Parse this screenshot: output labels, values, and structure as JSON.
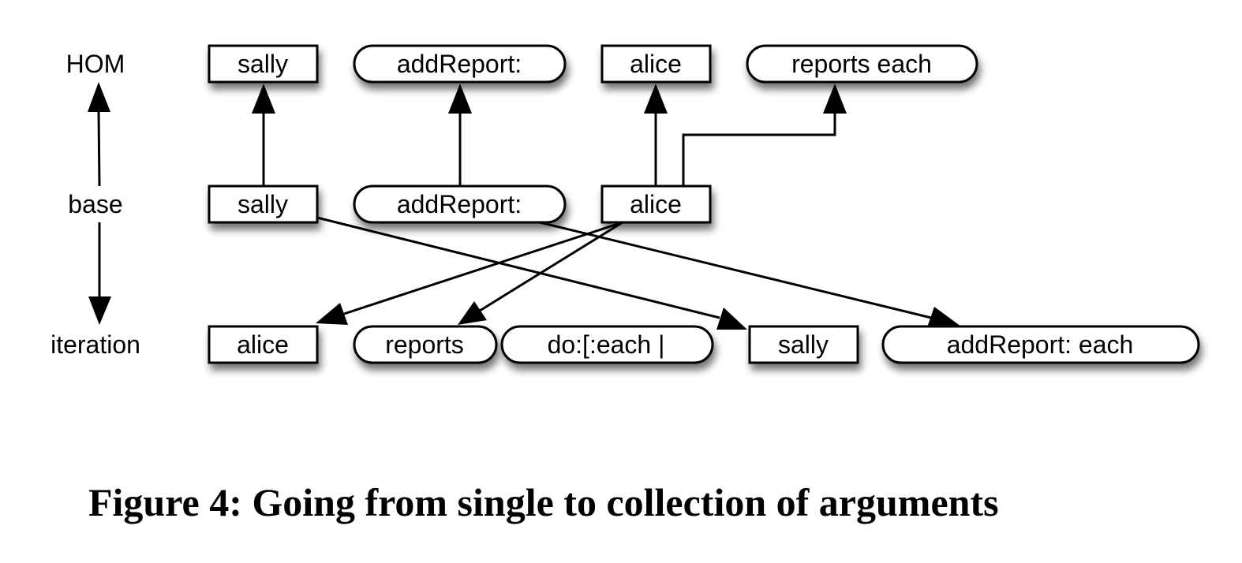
{
  "levels": {
    "hom": "HOM",
    "base": "base",
    "iteration": "iteration"
  },
  "nodes": {
    "hom_sally": {
      "label": "sally",
      "shape": "box"
    },
    "hom_addreport": {
      "label": "addReport:",
      "shape": "oval"
    },
    "hom_alice": {
      "label": "alice",
      "shape": "box"
    },
    "hom_reports_each": {
      "label": "reports each",
      "shape": "oval"
    },
    "base_sally": {
      "label": "sally",
      "shape": "box"
    },
    "base_addreport": {
      "label": "addReport:",
      "shape": "oval"
    },
    "base_alice": {
      "label": "alice",
      "shape": "box"
    },
    "iter_alice": {
      "label": "alice",
      "shape": "box"
    },
    "iter_reports": {
      "label": "reports",
      "shape": "oval"
    },
    "iter_do_each": {
      "label": "do:[:each |",
      "shape": "oval"
    },
    "iter_sally": {
      "label": "sally",
      "shape": "box"
    },
    "iter_addreport_each": {
      "label": "addReport: each",
      "shape": "oval"
    }
  },
  "edges": [
    {
      "from": "base_sally",
      "to": "hom_sally"
    },
    {
      "from": "base_addreport",
      "to": "hom_addreport"
    },
    {
      "from": "base_alice",
      "to": "hom_alice"
    },
    {
      "from": "base_alice",
      "to": "hom_reports_each"
    },
    {
      "from": "base_sally",
      "to": "iter_sally"
    },
    {
      "from": "base_addreport",
      "to": "iter_addreport_each"
    },
    {
      "from": "base_alice",
      "to": "iter_alice"
    },
    {
      "from": "base_alice",
      "to": "iter_reports"
    }
  ],
  "caption": "Figure 4: Going from single to collection of arguments"
}
